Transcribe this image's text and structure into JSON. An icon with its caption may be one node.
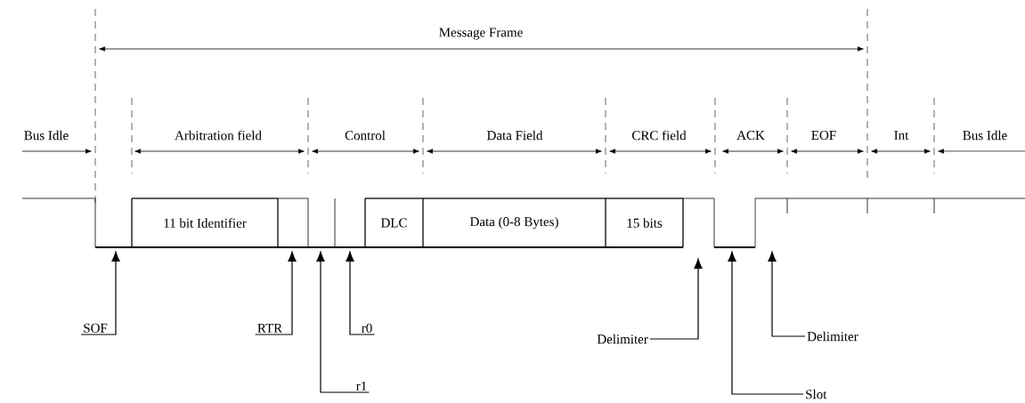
{
  "diagram": {
    "nodes": [
      {
        "text": [
          "11 bit Identifier"
        ]
      },
      {
        "text": [
          "DLC"
        ]
      },
      {
        "text": [
          "Data (0-8 Bytes)"
        ]
      },
      {
        "text": [
          "15 bits"
        ]
      },
      {
        "text": [
          "SOF"
        ]
      },
      {
        "text": [
          "RTR"
        ]
      },
      {
        "text": [
          "r0"
        ]
      },
      {
        "text": [
          "r1"
        ]
      },
      {
        "text": [
          "Delimiter"
        ]
      },
      {
        "text": [
          "Slot"
        ]
      },
      {
        "text": [
          "Delimiter"
        ]
      }
    ],
    "edges": [
      {
        "from": 4,
        "to": null,
        "arrow": "to"
      },
      {
        "from": 5,
        "to": null,
        "arrow": "to"
      },
      {
        "from": 6,
        "to": null,
        "arrow": "to"
      },
      {
        "from": 7,
        "to": null,
        "arrow": "to"
      },
      {
        "from": 8,
        "to": null,
        "arrow": "to"
      },
      {
        "from": 9,
        "to": null,
        "arrow": "to"
      },
      {
        "from": 10,
        "to": null,
        "arrow": "to"
      }
    ],
    "labels": [
      "Message Frame",
      "Bus Idle",
      "Arbitration field",
      "Control",
      "Data Field",
      "CRC field",
      "ACK",
      "EOF",
      "Int",
      "Bus Idle"
    ]
  }
}
